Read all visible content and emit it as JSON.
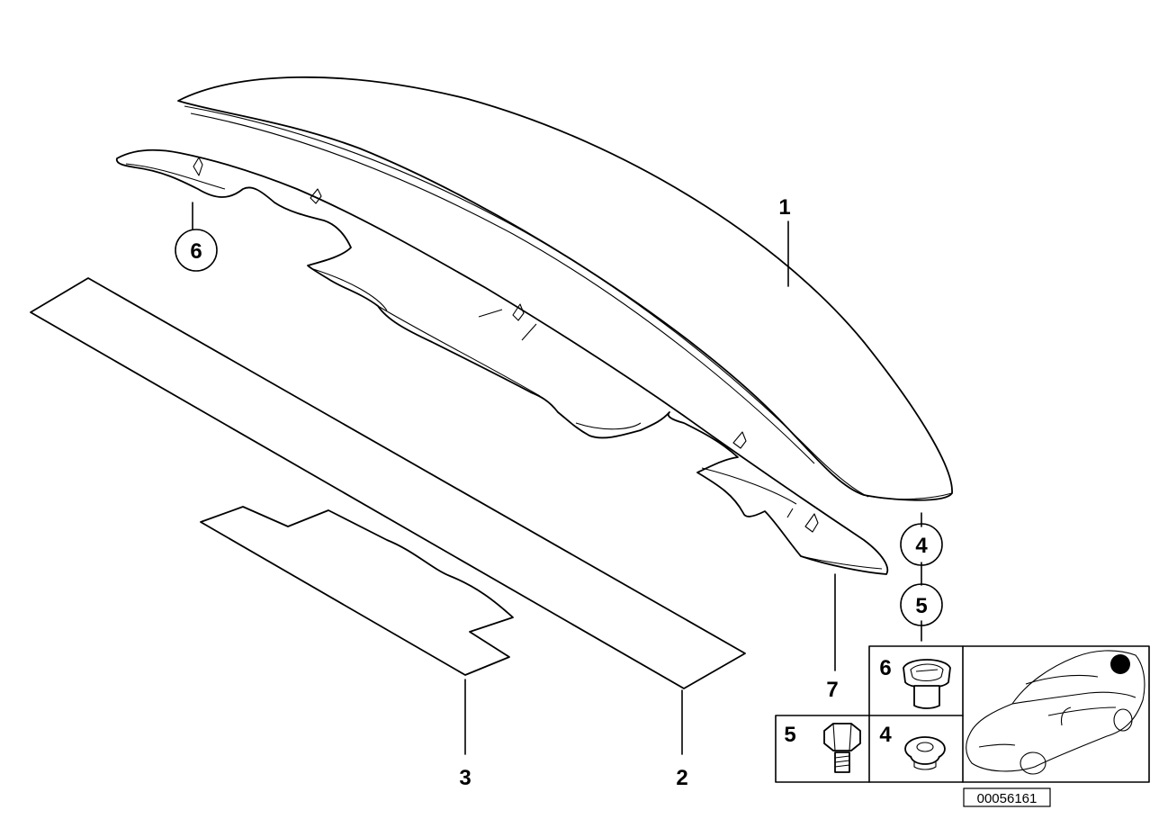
{
  "diagram": {
    "callouts": {
      "c1": "1",
      "c2": "2",
      "c3": "3",
      "c4": "4",
      "c5": "5",
      "c6": "6",
      "c7": "7"
    },
    "detail_box": {
      "cell_6": "6",
      "cell_5": "5",
      "cell_4": "4"
    },
    "reference_number": "00056161"
  }
}
